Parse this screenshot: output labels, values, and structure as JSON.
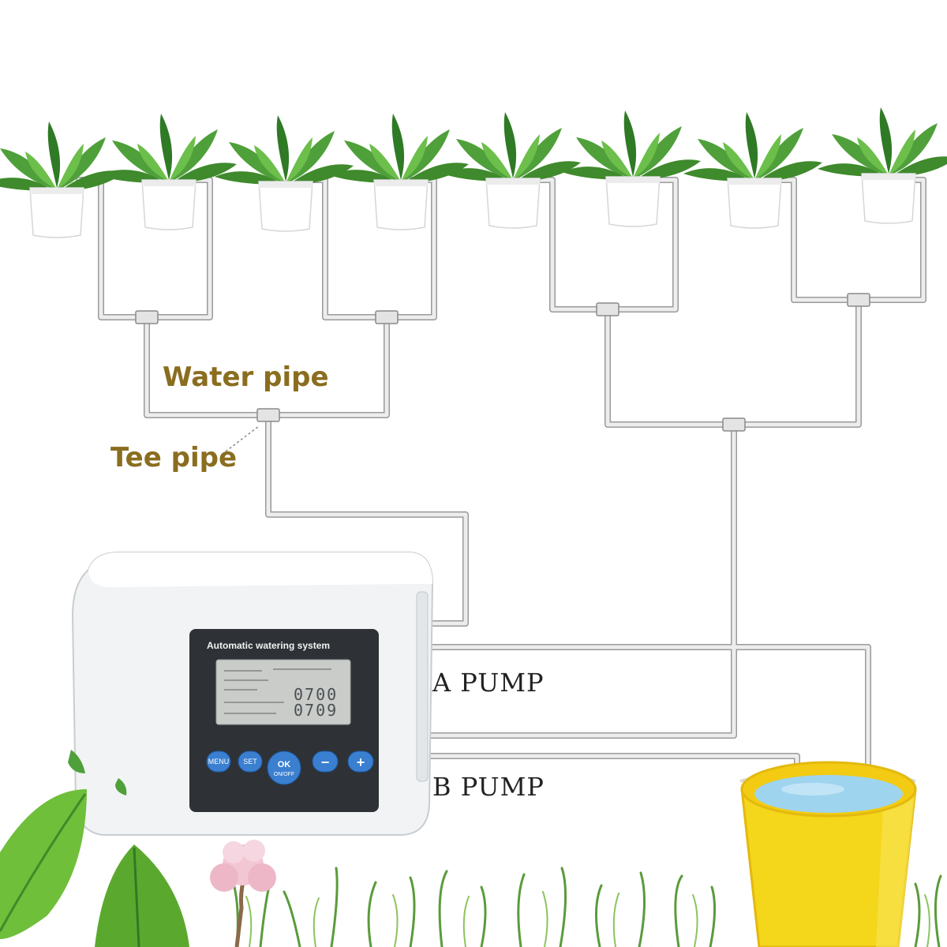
{
  "labels": {
    "water_pipe": "Water pipe",
    "tee_pipe": "Tee pipe",
    "pump_a": "A  PUMP",
    "pump_b": "B  PUMP"
  },
  "controller": {
    "title": "Automatic watering system",
    "reading_1": "0700",
    "reading_2": "0709",
    "buttons": {
      "menu": "MENU",
      "set": "SET",
      "ok": "OK",
      "on_off": "ON/OFF",
      "minus": "−",
      "plus": "+"
    }
  },
  "icons": [
    "potted-plant-icon",
    "water-bucket-icon",
    "leaf-icon",
    "pink-tree-icon",
    "grass-icon"
  ],
  "colors": {
    "label_text": "#8a6d1f",
    "pipe": "#d8d8d8",
    "pipe_edge": "#9a9a9a",
    "pot": "#ffffff",
    "leaf": "#3f8a2c",
    "bucket": "#f4d61a",
    "water": "#9fd4ef",
    "button": "#3a7fd0",
    "lcd_screen": "#c9ccc9"
  }
}
